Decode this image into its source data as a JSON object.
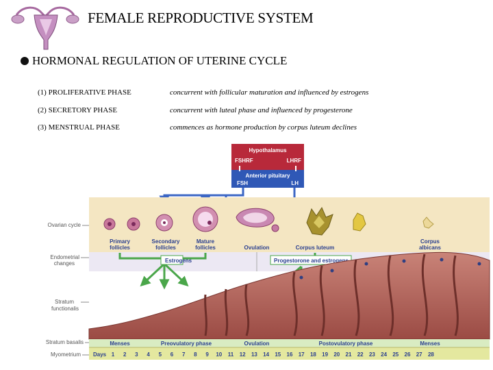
{
  "title": "FEMALE REPRODUCTIVE SYSTEM",
  "heading": "HORMONAL REGULATION OF UTERINE CYCLE",
  "phases": [
    {
      "label": "(1) PROLIFERATIVE PHASE",
      "desc": "concurrent with follicular maturation and influenced by estrogens"
    },
    {
      "label": "(2) SECRETORY PHASE",
      "desc": "concurrent with luteal phase and influenced by progesterone"
    },
    {
      "label": "(3) MENSTRUAL PHASE",
      "desc": "commences as hormone production by corpus luteum declines"
    }
  ],
  "diagram": {
    "hypothalamus": "Hypothalamus",
    "fshrf": "FSHRF",
    "lhrf": "LHRF",
    "pituitary": "Anterior pituitary",
    "fsh": "FSH",
    "lh": "LH",
    "row_labels": {
      "ovarian": "Ovarian cycle",
      "endometrial_1": "Endometrial",
      "endometrial_2": "changes",
      "functionalis_1": "Stratum",
      "functionalis_2": "functionalis",
      "basalis": "Stratum basalis",
      "myometrium": "Myometrium"
    },
    "ovarian_labels": {
      "primary_1": "Primary",
      "primary_2": "follicles",
      "secondary_1": "Secondary",
      "secondary_2": "follicles",
      "mature_1": "Mature",
      "mature_2": "follicles",
      "ovulation": "Ovulation",
      "luteum": "Corpus luteum",
      "albicans_1": "Corpus",
      "albicans_2": "albicans"
    },
    "hormones": {
      "estrogens": "Estrogens",
      "progesterone": "Progestorone and estrogens"
    },
    "phase_labels": {
      "menses_a": "Menses",
      "preovulatory": "Preovulatory phase",
      "ovulation": "Ovulation",
      "postovulatory": "Postovulatory phase",
      "menses_b": "Menses"
    },
    "days_label": "Days",
    "days": [
      "1",
      "2",
      "3",
      "4",
      "5",
      "6",
      "7",
      "8",
      "9",
      "10",
      "11",
      "12",
      "13",
      "14",
      "15",
      "16",
      "17",
      "18",
      "19",
      "20",
      "21",
      "22",
      "23",
      "24",
      "25",
      "26",
      "27",
      "28"
    ]
  },
  "colors": {
    "hypothalamus": "#b8293a",
    "pituitary": "#2f58b6",
    "arrow_blue": "#3b66c4",
    "arrow_green": "#4aa64a",
    "ovarian_bg": "#f4e6c2",
    "endometrial_bg": "#ece8f3",
    "tissue": "#b86f66",
    "tissue_dark": "#8a3c37",
    "basalis_band": "#d9ecc2",
    "day_band": "#e4e89f",
    "label_blue": "#2a3f8f"
  }
}
